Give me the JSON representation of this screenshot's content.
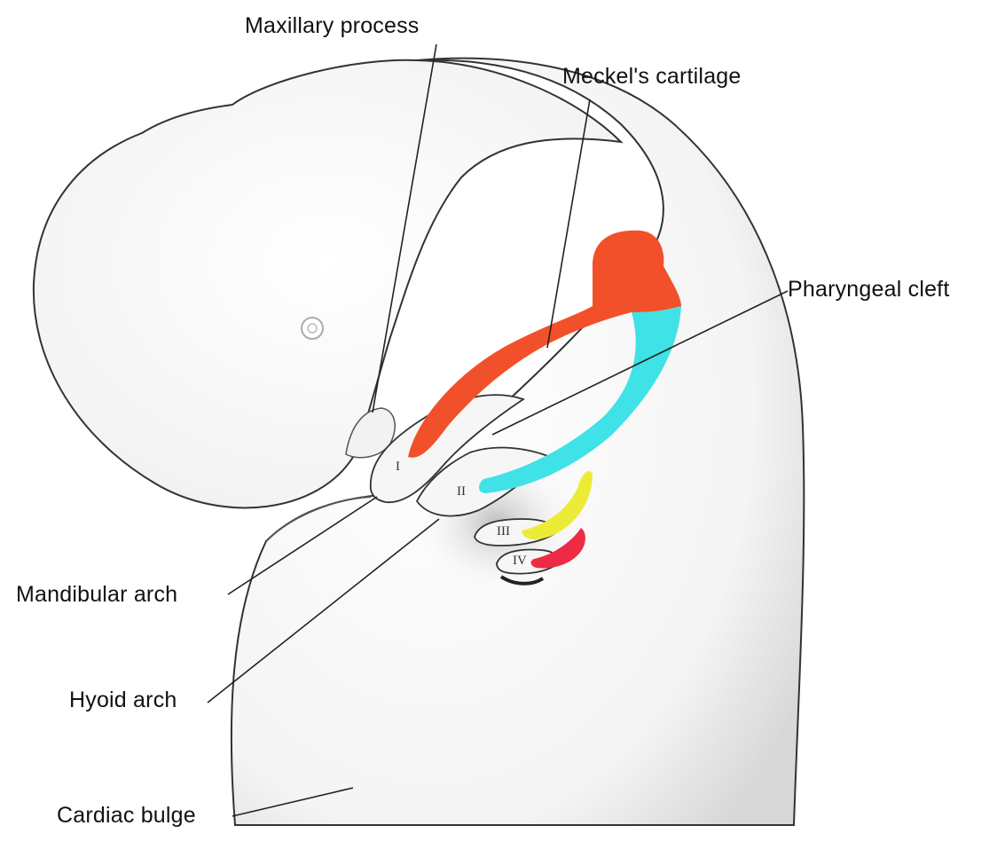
{
  "labels": {
    "maxillary_process": "Maxillary process",
    "meckels_cartilage": "Meckel's cartilage",
    "pharyngeal_cleft": "Pharyngeal cleft",
    "mandibular_arch": "Mandibular arch",
    "hyoid_arch": "Hyoid arch",
    "cardiac_bulge": "Cardiac bulge"
  },
  "arch_numerals": [
    "I",
    "II",
    "III",
    "IV"
  ],
  "colors": {
    "meckels_cartilage": "#f2502a",
    "hyoid_cartilage": "#3fe2e6",
    "third_arch_cartilage": "#ecec38",
    "fourth_arch_cartilage": "#ee2b44",
    "outline": "#333333"
  }
}
